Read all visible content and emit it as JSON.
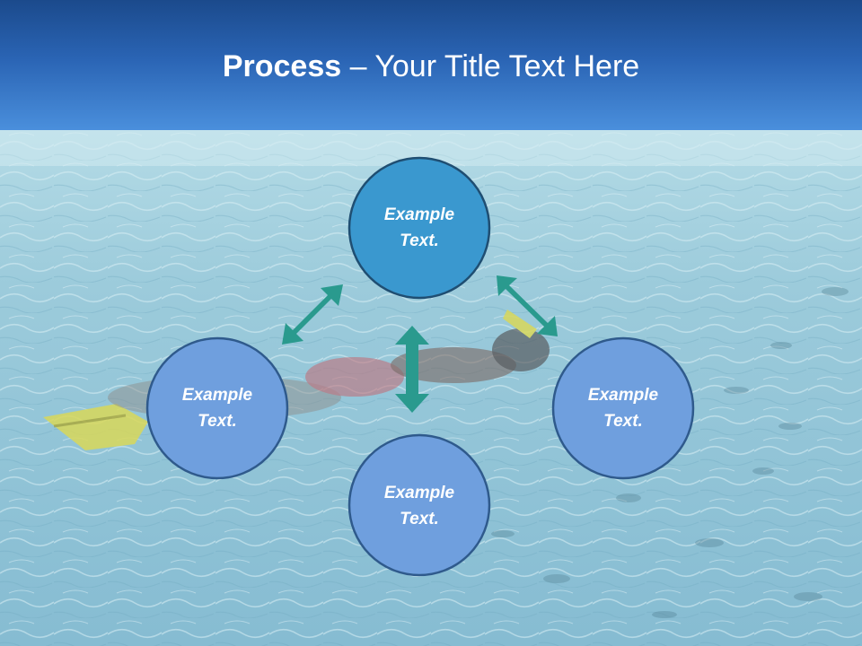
{
  "header": {
    "title_bold": "Process",
    "title_rest": " – Your Title Text Here"
  },
  "colors": {
    "header_top": "#1b4a8c",
    "header_bottom": "#4a8fdc",
    "water": "#9cc9d8",
    "node_top_fill": "#3a98cf",
    "node_fill": "#6f9fde",
    "node_outline": "#1f4e72",
    "arrow": "#2a9a8e"
  },
  "diagram": {
    "nodes": [
      {
        "id": "top",
        "line1": "Example",
        "line2": "Text."
      },
      {
        "id": "left",
        "line1": "Example",
        "line2": "Text."
      },
      {
        "id": "right",
        "line1": "Example",
        "line2": "Text."
      },
      {
        "id": "bottom",
        "line1": "Example",
        "line2": "Text."
      }
    ]
  }
}
